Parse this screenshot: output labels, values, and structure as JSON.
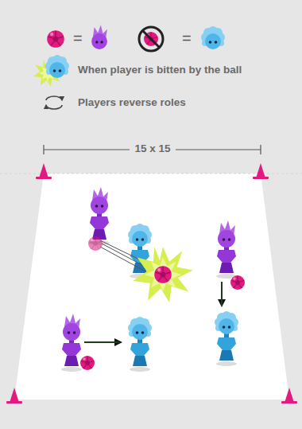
{
  "diagram": {
    "labels": [
      "=",
      "=",
      "15 x 15"
    ],
    "legend": [
      {
        "text": "When player is bitten by the ball"
      },
      {
        "text": "Players reverse roles"
      }
    ]
  }
}
